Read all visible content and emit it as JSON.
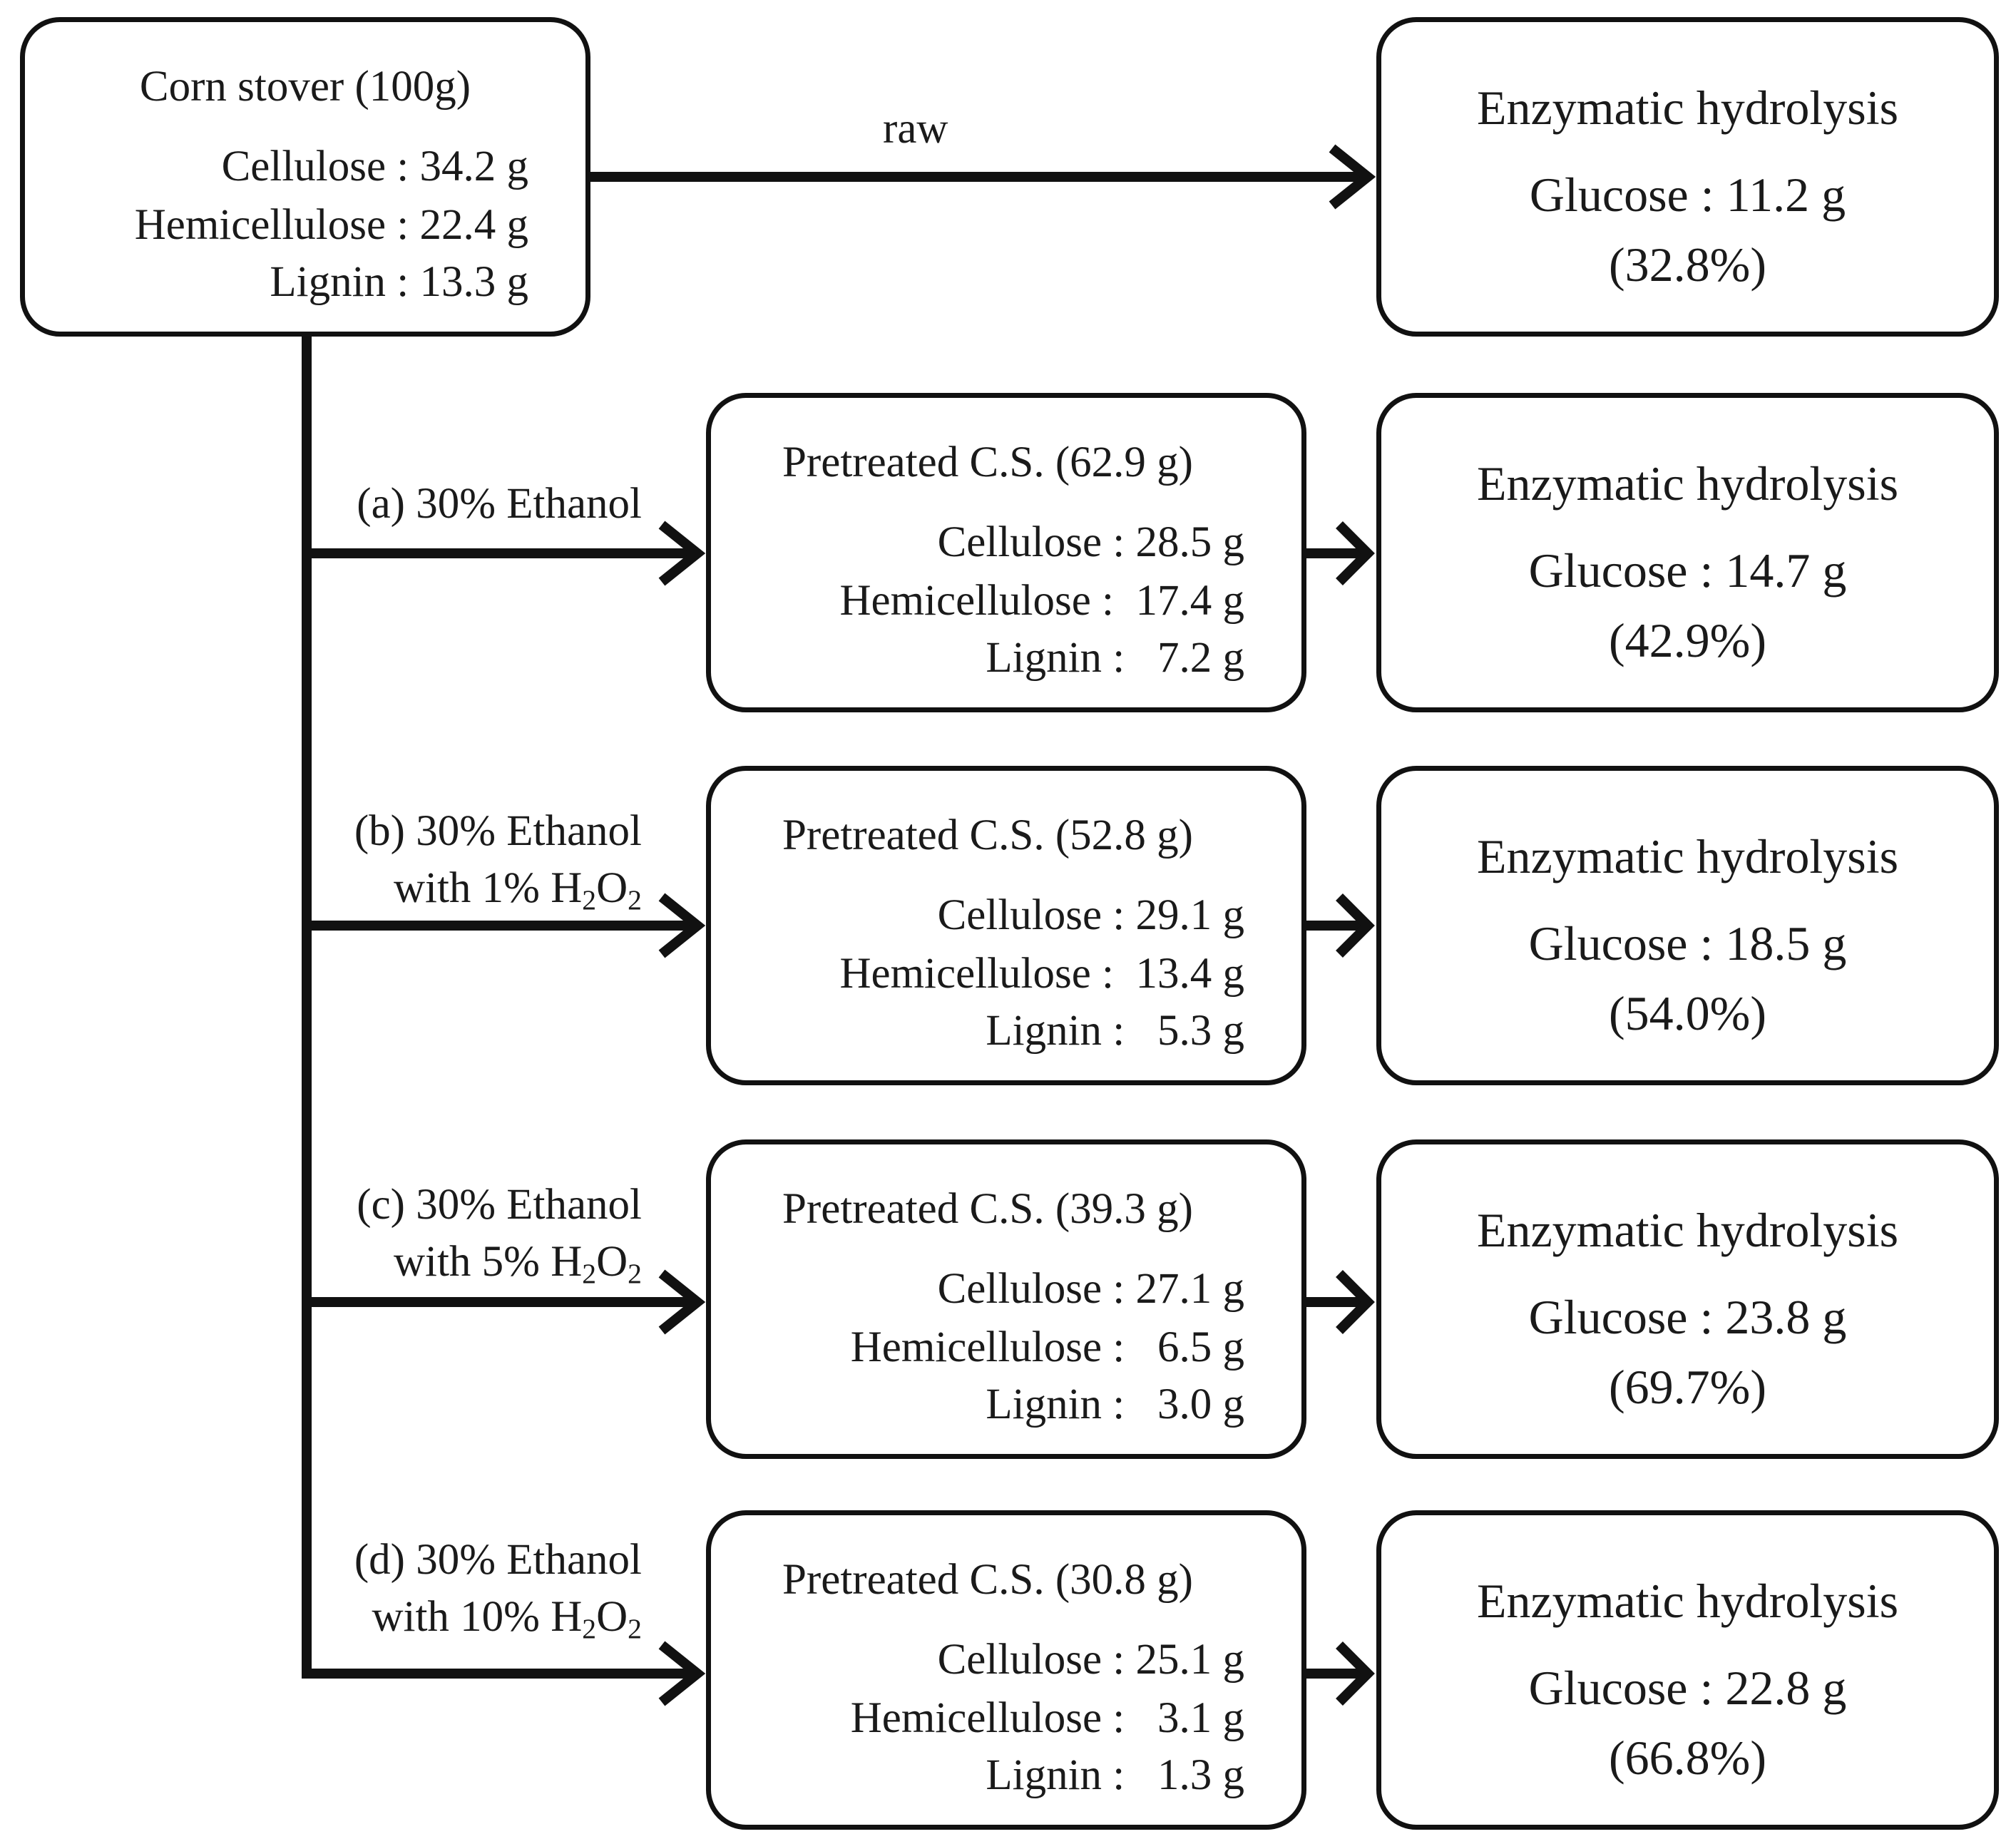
{
  "raw_source": {
    "title": "Corn stover (100g)",
    "cellulose": "Cellulose : 34.2 g",
    "hemicellulose": "Hemicellulose : 22.4 g",
    "lignin": "Lignin : 13.3 g"
  },
  "raw_arrow_label": "raw",
  "raw_hydrolysis": {
    "title": "Enzymatic hydrolysis",
    "glucose": "Glucose : 11.2 g",
    "yield": "(32.8%)"
  },
  "branches": [
    {
      "label_line1": "(a) 30% Ethanol",
      "label_line2": "",
      "pretreated": {
        "title": "Pretreated C.S. (62.9 g)",
        "cellulose": "Cellulose : 28.5 g",
        "hemicellulose": "Hemicellulose :  17.4 g",
        "lignin": "Lignin :   7.2 g"
      },
      "hydrolysis": {
        "title": "Enzymatic hydrolysis",
        "glucose": "Glucose : 14.7 g",
        "yield": "(42.9%)"
      }
    },
    {
      "label_line1": "(b) 30% Ethanol",
      "label_line2": "with 1% H",
      "pretreated": {
        "title": "Pretreated C.S. (52.8 g)",
        "cellulose": "Cellulose : 29.1 g",
        "hemicellulose": "Hemicellulose :  13.4 g",
        "lignin": "Lignin :   5.3 g"
      },
      "hydrolysis": {
        "title": "Enzymatic hydrolysis",
        "glucose": "Glucose : 18.5 g",
        "yield": "(54.0%)"
      }
    },
    {
      "label_line1": "(c) 30% Ethanol",
      "label_line2": "with 5% H",
      "pretreated": {
        "title": "Pretreated C.S. (39.3 g)",
        "cellulose": "Cellulose : 27.1 g",
        "hemicellulose": "Hemicellulose :   6.5 g",
        "lignin": "Lignin :   3.0 g"
      },
      "hydrolysis": {
        "title": "Enzymatic hydrolysis",
        "glucose": "Glucose : 23.8 g",
        "yield": "(69.7%)"
      }
    },
    {
      "label_line1": "(d) 30% Ethanol",
      "label_line2": "with 10% H",
      "pretreated": {
        "title": "Pretreated C.S. (30.8 g)",
        "cellulose": "Cellulose : 25.1 g",
        "hemicellulose": "Hemicellulose :   3.1 g",
        "lignin": "Lignin :   1.3 g"
      },
      "hydrolysis": {
        "title": "Enzymatic hydrolysis",
        "glucose": "Glucose : 22.8 g",
        "yield": "(66.8%)"
      }
    }
  ],
  "oxidant_formula": {
    "sub1": "2",
    "mid": "O",
    "sub2": "2"
  }
}
